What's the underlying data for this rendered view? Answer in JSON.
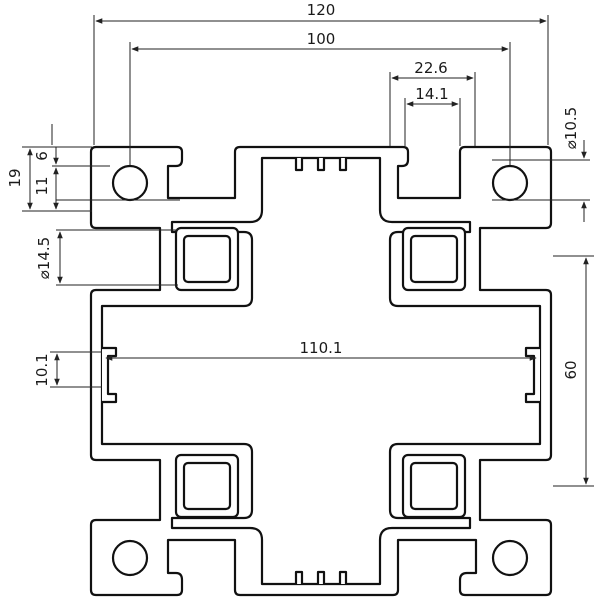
{
  "dimensions": {
    "overall_width": "120",
    "hole_pitch": "100",
    "slot_outer": "22.6",
    "slot_inner": "14.1",
    "hole_diameter": "⌀10.5",
    "corner_height": "19",
    "corner_offset": "6",
    "hole_offset": "11",
    "channel_size": "⌀14.5",
    "center_width": "110.1",
    "center_slot": "10.1",
    "inner_span": "60"
  },
  "colors": {
    "line": "#111111",
    "background": "#ffffff"
  }
}
